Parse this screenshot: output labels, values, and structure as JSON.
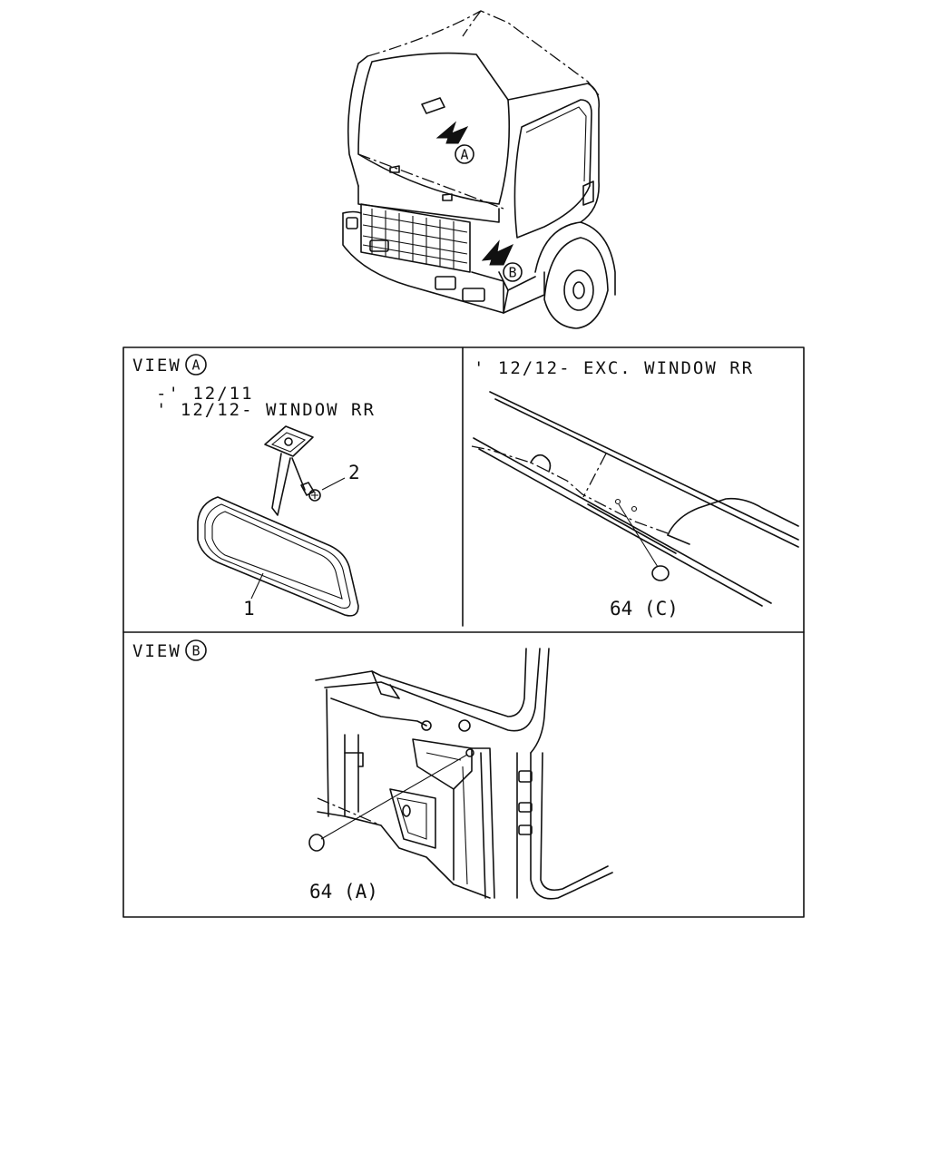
{
  "markers": {
    "a": "A",
    "b": "B"
  },
  "view_a": {
    "title": "VIEW",
    "marker": "A",
    "applic_line1": "-' 12/11",
    "applic_line2": "' 12/12-  WINDOW RR",
    "callouts": {
      "mirror": "1",
      "bolt": "2"
    }
  },
  "view_c": {
    "applic": "' 12/12-  EXC. WINDOW RR",
    "callout": "64 (C)"
  },
  "view_b": {
    "title": "VIEW",
    "marker": "B",
    "callout": "64 (A)"
  }
}
